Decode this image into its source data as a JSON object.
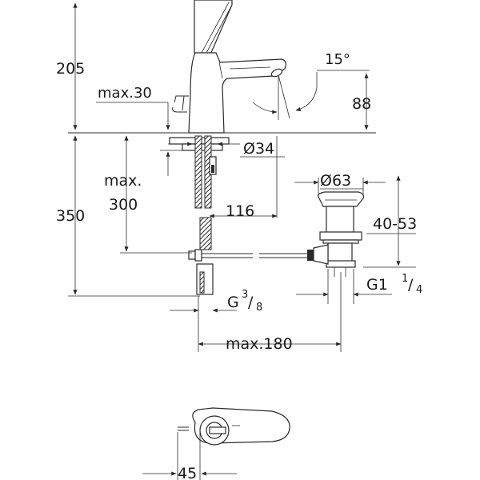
{
  "dimensions": {
    "height_above": "205",
    "max30": "max.30",
    "angle": "15°",
    "spout_height": "88",
    "diameter34": "Ø34",
    "max_label": "max.",
    "max300": "300",
    "total_height": "350",
    "reach116": "116",
    "diameter63": "Ø63",
    "range": "40-53",
    "g1": "G1",
    "g1_num": "1",
    "g1_den": "4",
    "g38": "G",
    "g38_num": "3",
    "g38_den": "8",
    "max180": "max.180",
    "width45": "45"
  }
}
